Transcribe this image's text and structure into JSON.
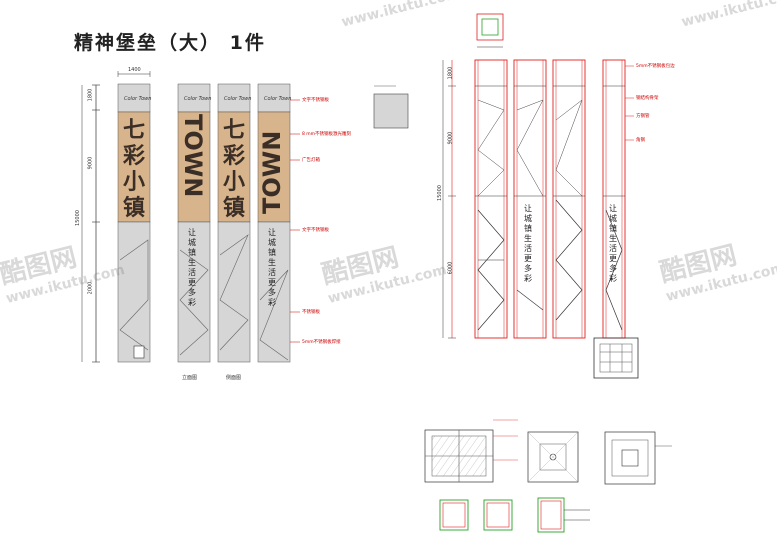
{
  "title": "精神堡垒（大） 1件",
  "watermark": {
    "brand": "酷图网",
    "url": "www.ikutu.com"
  },
  "front": {
    "pillar_lettering": [
      "七彩小镇",
      "TOWN",
      "七彩小镇",
      "TOWN"
    ],
    "pillar_vertical_text": "让城镇生活更多彩",
    "dimension_labels": [
      "1800",
      "9000",
      "2000",
      "15000"
    ],
    "width_label": "1400",
    "callouts": [
      "文字不锈钢板",
      "8 mm不锈钢板激光雕刻",
      "广告灯箱",
      "文字不锈钢板",
      "不锈钢板",
      "5mm不锈钢板焊接"
    ],
    "section_labels": [
      "立面图",
      "侧面图"
    ]
  },
  "structure": {
    "vertical_text": "让城镇生活更多彩",
    "dimension_labels": [
      "1800",
      "9000",
      "15000",
      "6000"
    ],
    "callouts": [
      "5mm不锈钢板包边",
      "钢结构骨架",
      "方钢管",
      "角钢"
    ]
  },
  "colors": {
    "wood": "#d8b48c",
    "dark": "#3a2e26",
    "panel": "#d6d6d6",
    "red": "#e02020",
    "green": "#2aa02a"
  }
}
